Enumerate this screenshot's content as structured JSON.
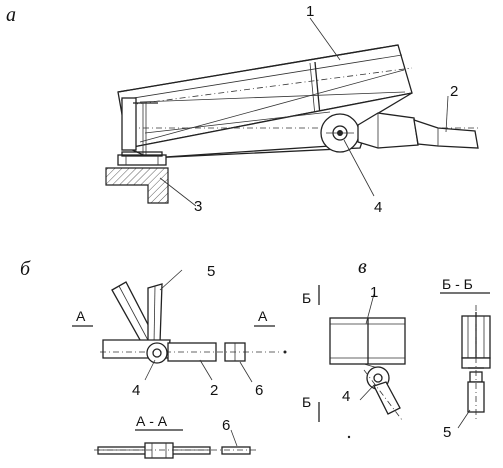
{
  "views": {
    "a": {
      "letter": "а",
      "labels": [
        "1",
        "2",
        "3",
        "4"
      ]
    },
    "b": {
      "letter": "б",
      "section_marks": [
        "А",
        "А"
      ],
      "labels": [
        "5",
        "4",
        "2",
        "6"
      ],
      "section_title": "А - А",
      "section_label": "6"
    },
    "v": {
      "letter": "в",
      "section_marks": [
        "Б",
        "Б"
      ],
      "labels": [
        "1",
        "4",
        "5"
      ],
      "section_title": "Б - Б",
      "section_label": "5"
    }
  }
}
